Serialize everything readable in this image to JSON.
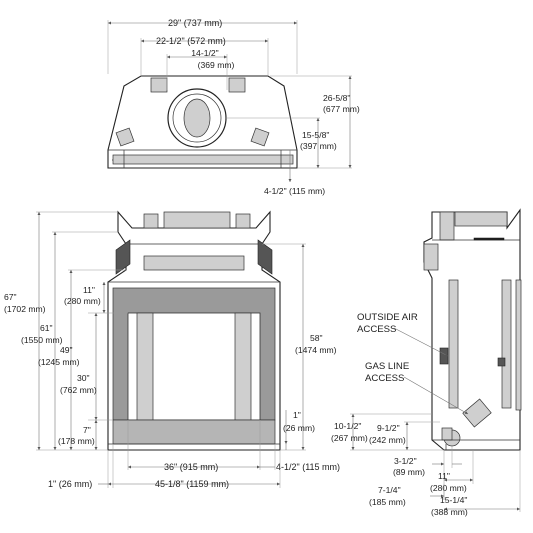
{
  "dimensions": {
    "top_width": "29\" (737 mm)",
    "top_mid_width": "22-1/2\" (572 mm)",
    "top_flue_width_a": "14-1/2\"",
    "top_flue_width_b": "(369 mm)",
    "top_depth_a": "26-5/8\"",
    "top_depth_b": "(677 mm)",
    "top_flue_center_a": "15-5/8\"",
    "top_flue_center_b": "(397 mm)",
    "top_front_offset": "4-1/2\" (115 mm)",
    "front_overall_height_a": "67\"",
    "front_overall_height_b": "(1702 mm)",
    "front_height_61_a": "61\"",
    "front_height_61_b": "(1550 mm)",
    "front_height_49_a": "49\"",
    "front_height_49_b": "(1245 mm)",
    "front_height_30_a": "30\"",
    "front_height_30_b": "(762 mm)",
    "front_height_11_a": "11\"",
    "front_height_11_b": "(280 mm)",
    "front_height_7_a": "7\"",
    "front_height_7_b": "(178 mm)",
    "front_height_58_a": "58\"",
    "front_height_58_b": "(1474 mm)",
    "front_base_1_a": "1\"",
    "front_base_1_b": "(26 mm)",
    "front_opening_width": "36\" (915 mm)",
    "front_side_offset": "4-1/2\" (115 mm)",
    "front_left_offset": "1\" (26 mm)",
    "front_overall_width": "45-1/8\" (1159 mm)",
    "side_10_a": "10-1/2\"",
    "side_10_b": "(267 mm)",
    "side_9_a": "9-1/2\"",
    "side_9_b": "(242 mm)",
    "side_3_a": "3-1/2\"",
    "side_3_b": "(89 mm)",
    "side_11_a": "11\"",
    "side_11_b": "(280 mm)",
    "side_7_a": "7-1/4\"",
    "side_7_b": "(185 mm)",
    "side_15_a": "15-1/4\"",
    "side_15_b": "(388 mm)"
  },
  "labels": {
    "outside_air_a": "OUTSIDE AIR",
    "outside_air_b": "ACCESS",
    "gas_line_a": "GAS LINE",
    "gas_line_b": "ACCESS"
  }
}
